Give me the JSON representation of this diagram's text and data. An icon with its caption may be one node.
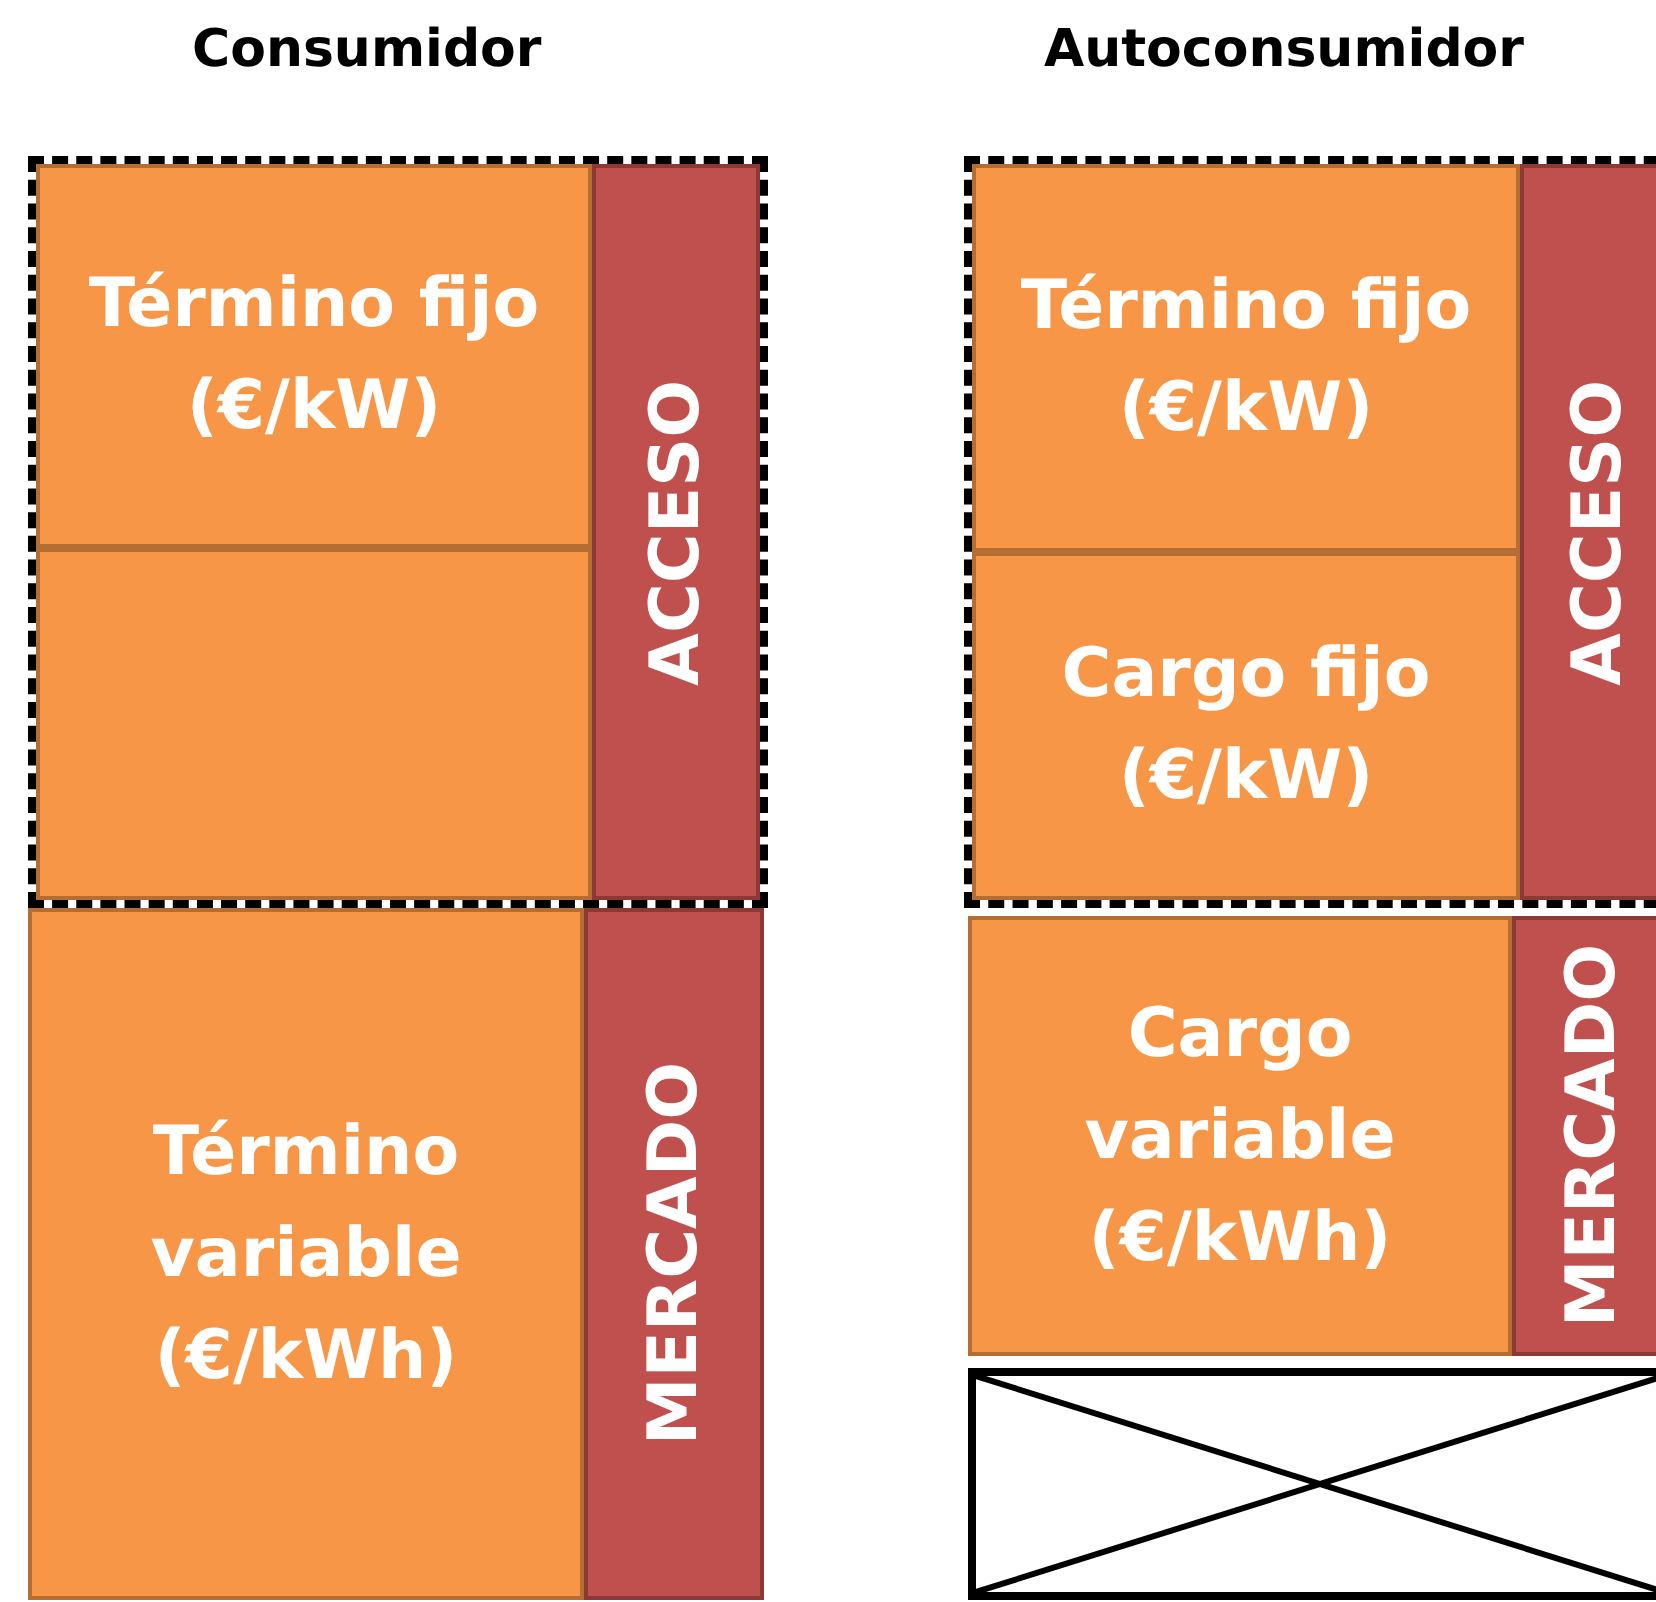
{
  "diagram": {
    "nodes": [
      {
        "text": [],
        "shape": "box"
      },
      {
        "text": [
          "Término fijo (€/kW)"
        ],
        "in": 0
      },
      {
        "text": [],
        "shape": "box",
        "in": 0
      },
      {
        "text": [
          "ACCESO"
        ],
        "in": 0
      },
      {
        "text": [
          "Término variable (€/kWh)"
        ]
      },
      {
        "text": [
          "MERCADO"
        ]
      },
      {
        "text": [],
        "shape": "box"
      },
      {
        "text": [
          "Término fijo (€/kW)"
        ],
        "in": 6
      },
      {
        "text": [
          "Cargo fijo (€/kW)"
        ],
        "in": 6
      },
      {
        "text": [
          "ACCESO"
        ],
        "in": 6
      },
      {
        "text": [
          "Cargo variable (€/kWh)"
        ]
      },
      {
        "text": [
          "MERCADO"
        ]
      },
      {
        "text": [],
        "shape": "box"
      }
    ],
    "labels": [
      "Consumidor",
      "Autoconsumidor"
    ]
  }
}
